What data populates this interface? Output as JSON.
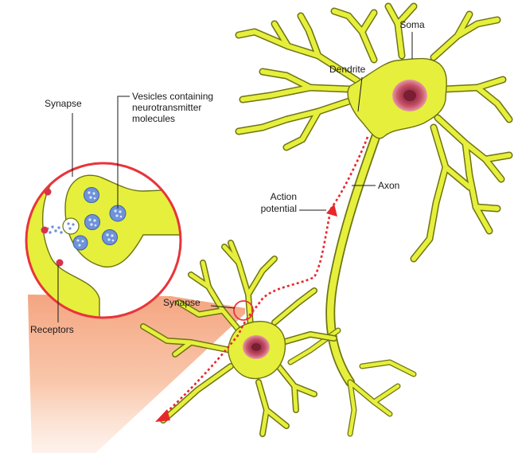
{
  "labels": {
    "soma": "Soma",
    "dendrite": "Dendrite",
    "axon": "Axon",
    "action_potential_line1": "Action",
    "action_potential_line2": "potential",
    "synapse_zoom": "Synapse",
    "synapse_main": "Synapse",
    "vesicles_line1": "Vesicles containing",
    "vesicles_line2": "neurotransmitter",
    "vesicles_line3": "molecules",
    "receptors": "Receptors"
  },
  "colors": {
    "neuron_fill": "#e6ef3c",
    "neuron_outline": "#6d7410",
    "nucleus_outer": "#c8566a",
    "nucleus_inner": "#8f2a3e",
    "action_potential": "#e8262a",
    "zoom_circle": "#e8343a",
    "zoom_cone": "#f07a4a",
    "vesicle": "#6f93d8",
    "receptor": "#d8324a"
  }
}
